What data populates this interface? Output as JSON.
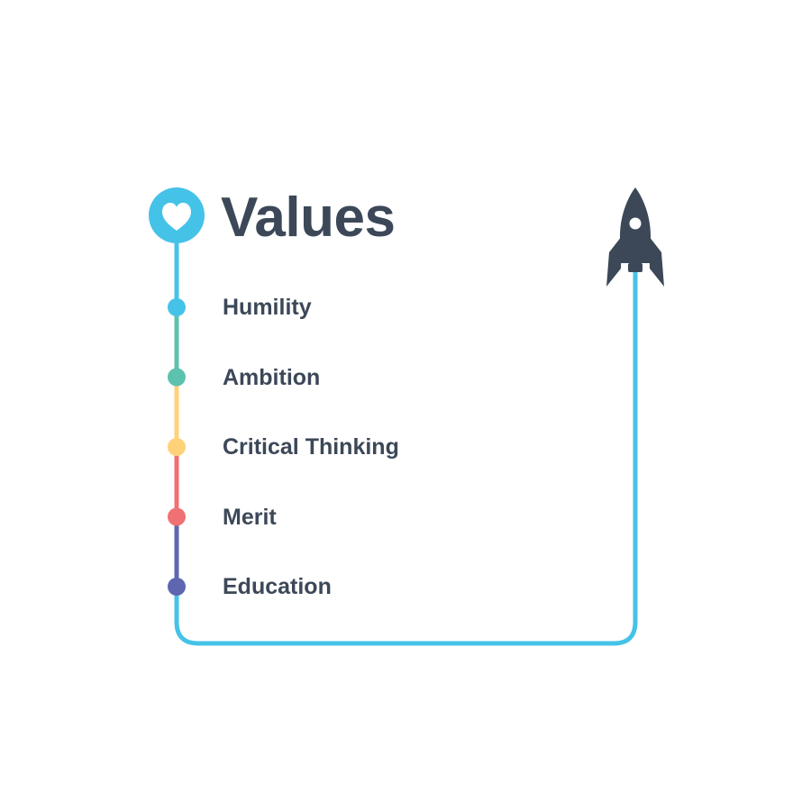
{
  "title": "Values",
  "items": [
    {
      "label": "Humility",
      "color": "#45c2e8"
    },
    {
      "label": "Ambition",
      "color": "#5cc2ad"
    },
    {
      "label": "Critical Thinking",
      "color": "#ffd27a"
    },
    {
      "label": "Merit",
      "color": "#f07173"
    },
    {
      "label": "Education",
      "color": "#5e66b0"
    }
  ],
  "colors": {
    "path": "#45c2e8",
    "text": "#3c4858",
    "rocket": "#3c4858",
    "heart_badge": "#45c2e8"
  },
  "icons": {
    "start": "heart-icon",
    "end": "rocket-icon"
  }
}
